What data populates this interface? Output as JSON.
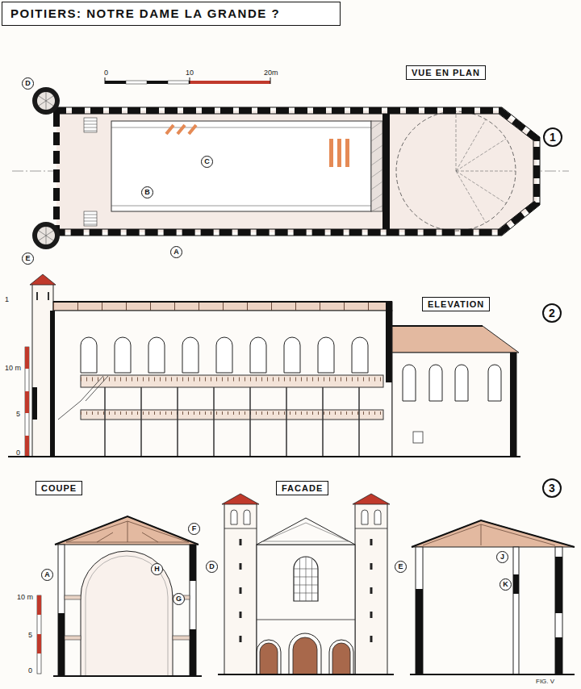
{
  "diagram": {
    "title": "POITIERS: NOTRE DAME LA GRANDE ?",
    "nodes": [
      {
        "text": [
          "VUE EN PLAN"
        ]
      },
      {
        "text": [
          "1"
        ]
      },
      {
        "text": [
          "D"
        ]
      },
      {
        "text": [
          "C"
        ]
      },
      {
        "text": [
          "B"
        ]
      },
      {
        "text": [
          "E"
        ]
      },
      {
        "text": [
          "A"
        ]
      },
      {
        "text": [
          "ELEVATION"
        ]
      },
      {
        "text": [
          "2"
        ]
      },
      {
        "text": [
          "COUPE"
        ]
      },
      {
        "text": [
          "FACADE"
        ]
      },
      {
        "text": [
          "3"
        ]
      },
      {
        "text": [
          "A"
        ]
      },
      {
        "text": [
          "F"
        ]
      },
      {
        "text": [
          "H"
        ]
      },
      {
        "text": [
          "G"
        ]
      },
      {
        "text": [
          "D"
        ]
      },
      {
        "text": [
          "E"
        ]
      },
      {
        "text": [
          "J"
        ]
      },
      {
        "text": [
          "K"
        ]
      }
    ],
    "labels": [
      "0",
      "10",
      "20m",
      "1",
      "10 m",
      "5",
      "0",
      "10 m",
      "5",
      "0",
      "FIG. V"
    ]
  }
}
